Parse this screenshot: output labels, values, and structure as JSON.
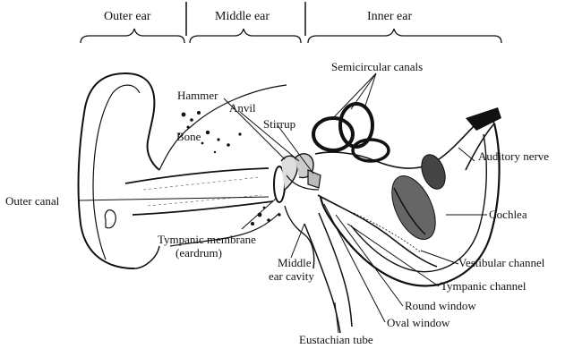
{
  "sections": {
    "outer": "Outer ear",
    "middle": "Middle ear",
    "inner": "Inner ear"
  },
  "labels": {
    "hammer": "Hammer",
    "anvil": "Anvil",
    "stirrup": "Stirrup",
    "bone": "Bone",
    "semicircular": "Semicircular canals",
    "auditory": "Auditory nerve",
    "outer_canal": "Outer canal",
    "cochlea": "Cochlea",
    "tympanic_membrane_1": "Tympanic membrane",
    "tympanic_membrane_2": "(eardrum)",
    "vestibular": "Vestibular channel",
    "middle_cavity_1": "Middle",
    "middle_cavity_2": "ear cavity",
    "tympanic_channel": "Tympanic channel",
    "round_window": "Round window",
    "oval_window": "Oval window",
    "eustachian": "Eustachian tube"
  },
  "colors": {
    "ink": "#111111",
    "shade": "#555555",
    "paper": "#ffffff"
  }
}
